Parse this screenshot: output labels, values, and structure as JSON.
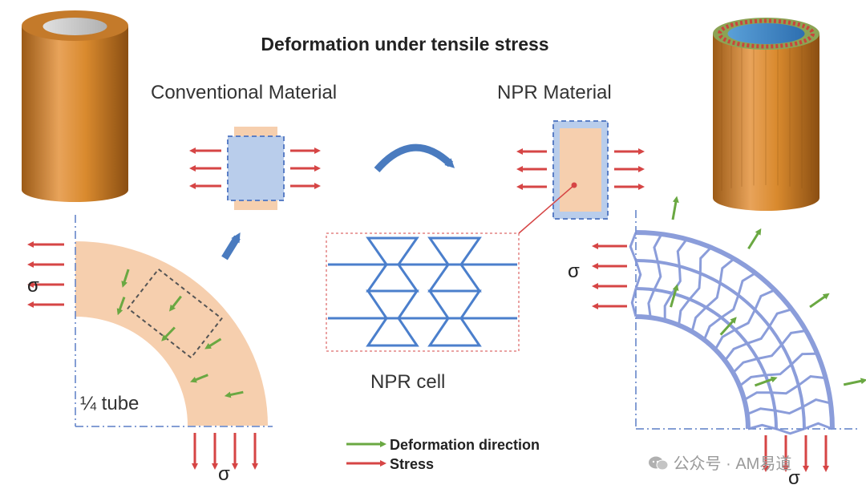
{
  "title": "Deformation under tensile stress",
  "labels": {
    "conventional": "Conventional Material",
    "npr_material": "NPR  Material",
    "npr_cell": "NPR  cell",
    "quarter_tube": "¼ tube",
    "sigma": "σ"
  },
  "legend": {
    "deformation": "Deformation direction",
    "stress": "Stress"
  },
  "watermark": "公众号 · AM易道",
  "colors": {
    "stress_arrow": "#d64545",
    "deformation_arrow": "#6aa842",
    "tube_body": "#d98a2e",
    "conventional_fill": "#f6cfae",
    "npr_lattice": "#7f93d6",
    "cell_line": "#4b7fcc",
    "dash_blue": "#5b7fc6",
    "rotate_arrow": "#4a7bbf",
    "block_blue": "#b9cdeb"
  }
}
